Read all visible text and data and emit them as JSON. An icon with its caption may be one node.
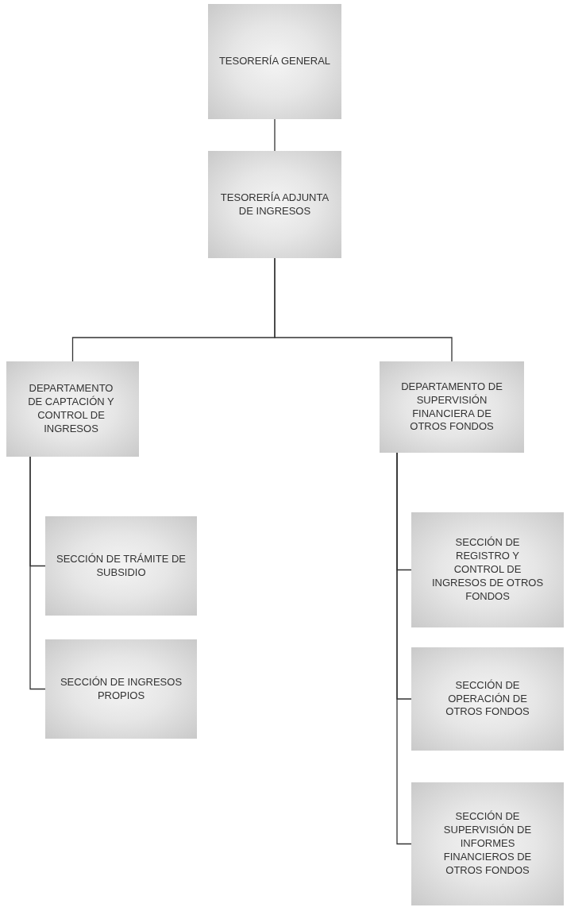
{
  "diagram": {
    "nodes": [
      {
        "text": [
          "TESORERÍA GENERAL"
        ]
      },
      {
        "text": [
          "TESORERÍA ADJUNTA DE INGRESOS"
        ]
      },
      {
        "text": [
          "DEPARTAMENTO DE CAPTACIÓN Y CONTROL DE INGRESOS"
        ]
      },
      {
        "text": [
          "DEPARTAMENTO DE SUPERVISIÓN FINANCIERA DE OTROS FONDOS"
        ]
      },
      {
        "text": [
          "SECCIÓN DE TRÁMITE DE SUBSIDIO"
        ]
      },
      {
        "text": [
          "SECCIÓN DE INGRESOS PROPIOS"
        ]
      },
      {
        "text": [
          "SECCIÓN DE REGISTRO Y CONTROL DE INGRESOS DE OTROS FONDOS"
        ]
      },
      {
        "text": [
          "SECCIÓN DE OPERACIÓN DE OTROS FONDOS"
        ]
      },
      {
        "text": [
          "SECCIÓN DE SUPERVISIÓN DE INFORMES FINANCIEROS DE OTROS FONDOS"
        ]
      }
    ],
    "edges": [
      {
        "from": 0,
        "to": 1,
        "arrow": "none"
      },
      {
        "from": 1,
        "to": 2,
        "arrow": "none"
      },
      {
        "from": 1,
        "to": 3,
        "arrow": "none"
      },
      {
        "from": 2,
        "to": 4,
        "arrow": "none"
      },
      {
        "from": 2,
        "to": 5,
        "arrow": "none"
      },
      {
        "from": 3,
        "to": 6,
        "arrow": "none"
      },
      {
        "from": 3,
        "to": 7,
        "arrow": "none"
      },
      {
        "from": 3,
        "to": 8,
        "arrow": "none"
      }
    ]
  }
}
